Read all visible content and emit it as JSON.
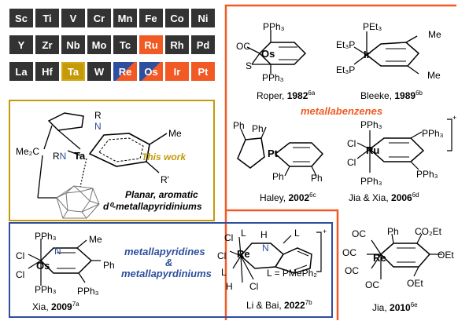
{
  "periodic_table": {
    "rows": [
      [
        {
          "s": "Sc",
          "c": "dark"
        },
        {
          "s": "Ti",
          "c": "dark"
        },
        {
          "s": "V",
          "c": "dark"
        },
        {
          "s": "Cr",
          "c": "dark"
        },
        {
          "s": "Mn",
          "c": "dark"
        },
        {
          "s": "Fe",
          "c": "dark"
        },
        {
          "s": "Co",
          "c": "dark"
        },
        {
          "s": "Ni",
          "c": "dark"
        }
      ],
      [
        {
          "s": "Y",
          "c": "dark"
        },
        {
          "s": "Zr",
          "c": "dark"
        },
        {
          "s": "Nb",
          "c": "dark"
        },
        {
          "s": "Mo",
          "c": "dark"
        },
        {
          "s": "Tc",
          "c": "dark"
        },
        {
          "s": "Ru",
          "c": "orange"
        },
        {
          "s": "Rh",
          "c": "dark"
        },
        {
          "s": "Pd",
          "c": "dark"
        }
      ],
      [
        {
          "s": "La",
          "c": "dark"
        },
        {
          "s": "Hf",
          "c": "dark"
        },
        {
          "s": "Ta",
          "c": "gold"
        },
        {
          "s": "W",
          "c": "dark"
        },
        {
          "s": "Re",
          "c": "split"
        },
        {
          "s": "Os",
          "c": "split"
        },
        {
          "s": "Ir",
          "c": "orange"
        },
        {
          "s": "Pt",
          "c": "orange"
        }
      ]
    ]
  },
  "colors": {
    "orange": "#f15a24",
    "blue": "#2e4f9e",
    "gold": "#c49a08",
    "dark": "#333333"
  },
  "this_work": {
    "label": "This work",
    "subtitle_line1": "Planar, aromatic",
    "subtitle_line2": "d⁰-metallapyridiniums",
    "atoms": {
      "metal": "Ta",
      "n1": "N",
      "r1": "R",
      "rn": "RN",
      "me2c": "Me₂C",
      "me": "Me",
      "rprime": "R'"
    }
  },
  "metallabenzenes": {
    "heading": "metallabenzenes",
    "roper": {
      "author": "Roper, ",
      "year": "1982",
      "ref": "6a",
      "atoms": {
        "metal": "Os",
        "pph3_top": "PPh₃",
        "pph3_bot": "PPh₃",
        "oc": "OC",
        "s": "S"
      }
    },
    "bleeke": {
      "author": "Bleeke, ",
      "year": "1989",
      "ref": "6b",
      "atoms": {
        "metal": "Ir",
        "pet3_top": "PEt₃",
        "et3p_1": "Et₃P",
        "et3p_2": "Et₃P",
        "me1": "Me",
        "me2": "Me"
      }
    },
    "haley": {
      "author": "Haley, ",
      "year": "2002",
      "ref": "6c",
      "atoms": {
        "metal": "Pt",
        "ph1": "Ph",
        "ph2": "Ph",
        "ph3": "Ph",
        "ph4": "Ph"
      }
    },
    "jia_xia": {
      "author": "Jia & Xia, ",
      "year": "2006",
      "ref": "6d",
      "atoms": {
        "metal": "Ru",
        "pph3_1": "PPh₃",
        "pph3_2": "PPh₃",
        "pph3_3": "PPh₃",
        "pph3_4": "PPh₃",
        "cl1": "Cl",
        "cl2": "Cl",
        "charge": "+"
      }
    },
    "jia": {
      "author": "Jia, ",
      "year": "2010",
      "ref": "6e",
      "atoms": {
        "metal": "Re",
        "oc1": "OC",
        "oc2": "OC",
        "oc3": "OC",
        "oc4": "OC",
        "ph": "Ph",
        "co2et": "CO₂Et",
        "oet1": "OEt",
        "oet2": "OEt"
      }
    }
  },
  "metallapyridines": {
    "heading_line1": "metallapyridines",
    "heading_line2": "&",
    "heading_line3": "metallapyrdiniums",
    "xia": {
      "author": "Xia, ",
      "year": "2009",
      "ref": "7a",
      "atoms": {
        "metal": "Os",
        "pph3_1": "PPh₃",
        "pph3_2": "PPh₃",
        "pph3_3": "PPh₃",
        "cl1": "Cl",
        "cl2": "Cl",
        "n": "N",
        "me": "Me",
        "ph": "Ph"
      }
    },
    "li_bai": {
      "author": "Li & Bai, ",
      "year": "2022",
      "ref": "7b",
      "atoms": {
        "metal": "Re",
        "l1": "L",
        "l2": "L",
        "l3": "L",
        "cl1": "Cl",
        "cl2": "Cl",
        "cl3": "Cl",
        "h1": "H",
        "h2": "H",
        "n": "N",
        "charge": "+",
        "ligand_def": "L = PMePh₂"
      }
    }
  }
}
